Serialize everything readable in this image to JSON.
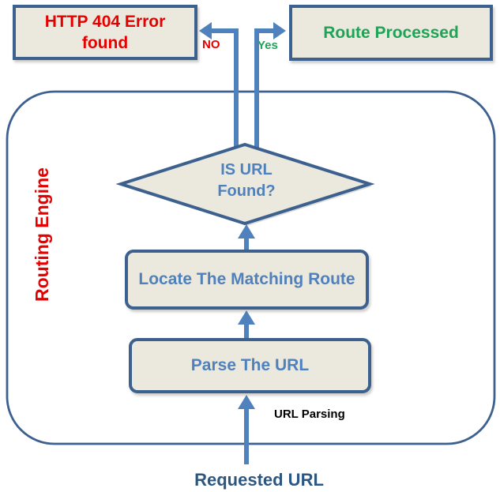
{
  "nodes": {
    "http_error": {
      "line1": "HTTP 404 Error",
      "line2": "found"
    },
    "route_processed": {
      "label": "Route Processed"
    },
    "decision": {
      "line1": "IS URL",
      "line2": "Found?"
    },
    "locate_route": {
      "label": "Locate The Matching Route"
    },
    "parse_url": {
      "label": "Parse The URL"
    }
  },
  "labels": {
    "no": "NO",
    "yes": "Yes",
    "routing_engine": "Routing Engine",
    "url_parsing": "URL Parsing",
    "requested_url": "Requested URL"
  },
  "colors": {
    "box_fill": "#EBE8DD",
    "box_border": "#3D618F",
    "arrow": "#4F81BD",
    "blue_text": "#4F81BD",
    "red_text": "#E60000",
    "green_text": "#1FA356",
    "navy_text": "#2E5780",
    "black_text": "#000000",
    "canvas_bg": "#FFFFFF"
  }
}
